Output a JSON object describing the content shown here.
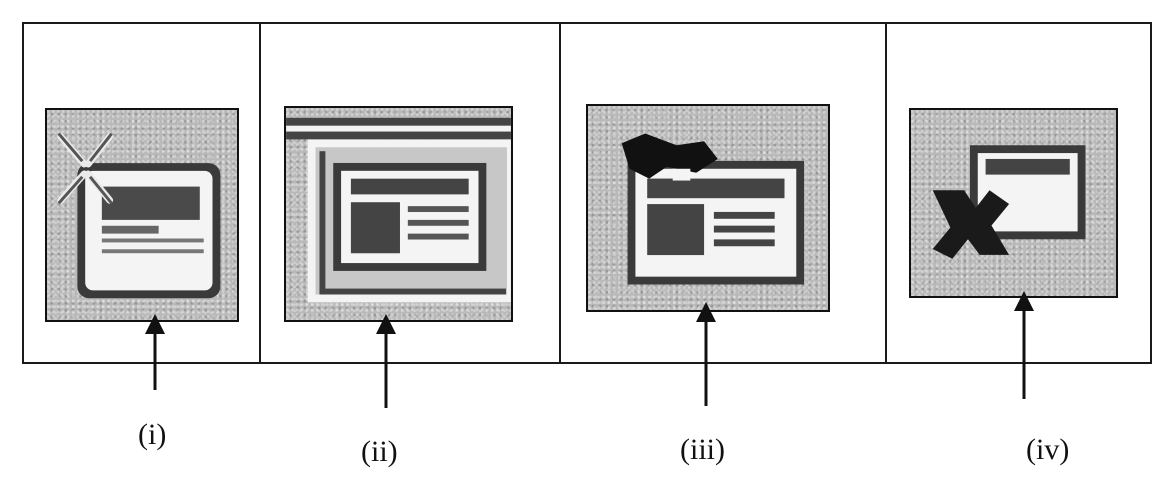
{
  "panels": [
    {
      "caption": "(i)",
      "icon": "restore-window-icon"
    },
    {
      "caption": "(ii)",
      "icon": "maximized-window-icon"
    },
    {
      "caption": "(iii)",
      "icon": "pinned-window-icon"
    },
    {
      "caption": "(iv)",
      "icon": "close-window-icon"
    }
  ],
  "colors": {
    "ink": "#111111",
    "icon_background": "#b9b9b9",
    "window_fill": "#f4f4f4",
    "dark_block": "#3a3a3a"
  }
}
